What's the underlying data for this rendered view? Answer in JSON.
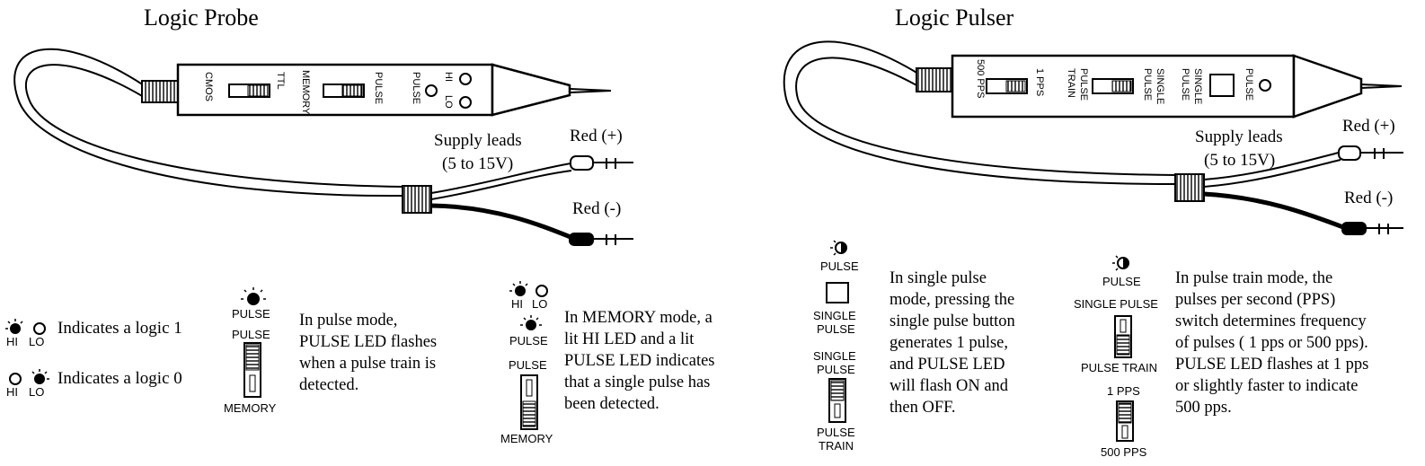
{
  "probe": {
    "title": "Logic Probe",
    "labels": {
      "cmos": "CMOS",
      "ttl": "TTL",
      "memory": "MEMORY",
      "pulse": "PULSE",
      "pulse2": "PULSE",
      "hi": "HI",
      "lo": "LO"
    },
    "supply_line1": "Supply leads",
    "supply_line2": "(5 to 15V)",
    "red_plus": "Red (+)",
    "red_minus": "Red (-)",
    "legend": {
      "logic1_text": "Indicates a logic 1",
      "logic0_text": "Indicates a logic 0",
      "hi": "HI",
      "lo": "LO"
    },
    "pulse_mode": {
      "pulse_top": "PULSE",
      "switch_top": "PULSE",
      "switch_bottom": "MEMORY",
      "text": [
        "In pulse mode,",
        "PULSE LED flashes",
        "when a pulse train is",
        "detected."
      ]
    },
    "memory_mode": {
      "hi": "HI",
      "lo": "LO",
      "pulse_led": "PULSE",
      "switch_top": "PULSE",
      "switch_bottom": "MEMORY",
      "text": [
        "In MEMORY mode, a",
        "lit HI LED and a lit",
        "PULSE LED indicates",
        "that a single pulse has",
        "been detected."
      ]
    }
  },
  "pulser": {
    "title": "Logic Pulser",
    "labels": {
      "pps500": "500 PPS",
      "pps1": "1 PPS",
      "pulse_train_a": "PULSE",
      "pulse_train_b": "TRAIN",
      "single_a": "SINGLE",
      "single_b": "PULSE",
      "single_c": "SINGLE",
      "single_d": "PULSE",
      "pulse": "PULSE"
    },
    "supply_line1": "Supply leads",
    "supply_line2": "(5 to 15V)",
    "red_plus": "Red (+)",
    "red_minus": "Red (-)",
    "single_mode": {
      "pulse_led": "PULSE",
      "button_a": "SINGLE",
      "button_b": "PULSE",
      "switch_top_a": "SINGLE",
      "switch_top_b": "PULSE",
      "switch_bottom_a": "PULSE",
      "switch_bottom_b": "TRAIN",
      "text": [
        "In single pulse",
        "mode, pressing the",
        "single pulse button",
        "generates 1 pulse,",
        "and PULSE LED",
        "will flash ON and",
        "then OFF."
      ]
    },
    "train_mode": {
      "pulse_led": "PULSE",
      "switch_top": "SINGLE PULSE",
      "switch_bottom": "PULSE TRAIN",
      "pps_top": "1 PPS",
      "pps_bottom": "500 PPS",
      "text": [
        "In pulse train mode, the",
        "pulses per second (PPS)",
        "switch determines frequency",
        "of pulses ( 1 pps or 500 pps).",
        "PULSE LED flashes at 1 pps",
        "or slightly faster to indicate",
        "500 pps."
      ]
    }
  }
}
